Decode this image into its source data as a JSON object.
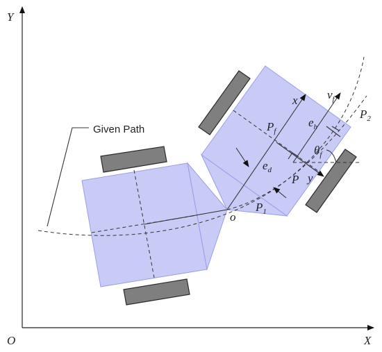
{
  "axes": {
    "origin": "O",
    "x": "X",
    "y": "Y"
  },
  "path_label": "Given Path",
  "points": {
    "o": "o",
    "P": "P",
    "P1": {
      "base": "P",
      "sub": "1"
    },
    "P2": {
      "base": "P",
      "sub": "2"
    },
    "Pf": {
      "base": "P",
      "sub": "f"
    }
  },
  "local_axes": {
    "x": "x",
    "y": "y"
  },
  "errors": {
    "ed": {
      "base": "e",
      "sub": "d"
    },
    "eh": {
      "base": "e",
      "sub": "h"
    }
  },
  "angle": {
    "base": "θ",
    "sub": "f"
  },
  "velocity": {
    "base": "v",
    "sub": "f"
  },
  "colors": {
    "body": "#b9bdf3",
    "wheel": "#7f7f7f",
    "line": "#333333"
  }
}
